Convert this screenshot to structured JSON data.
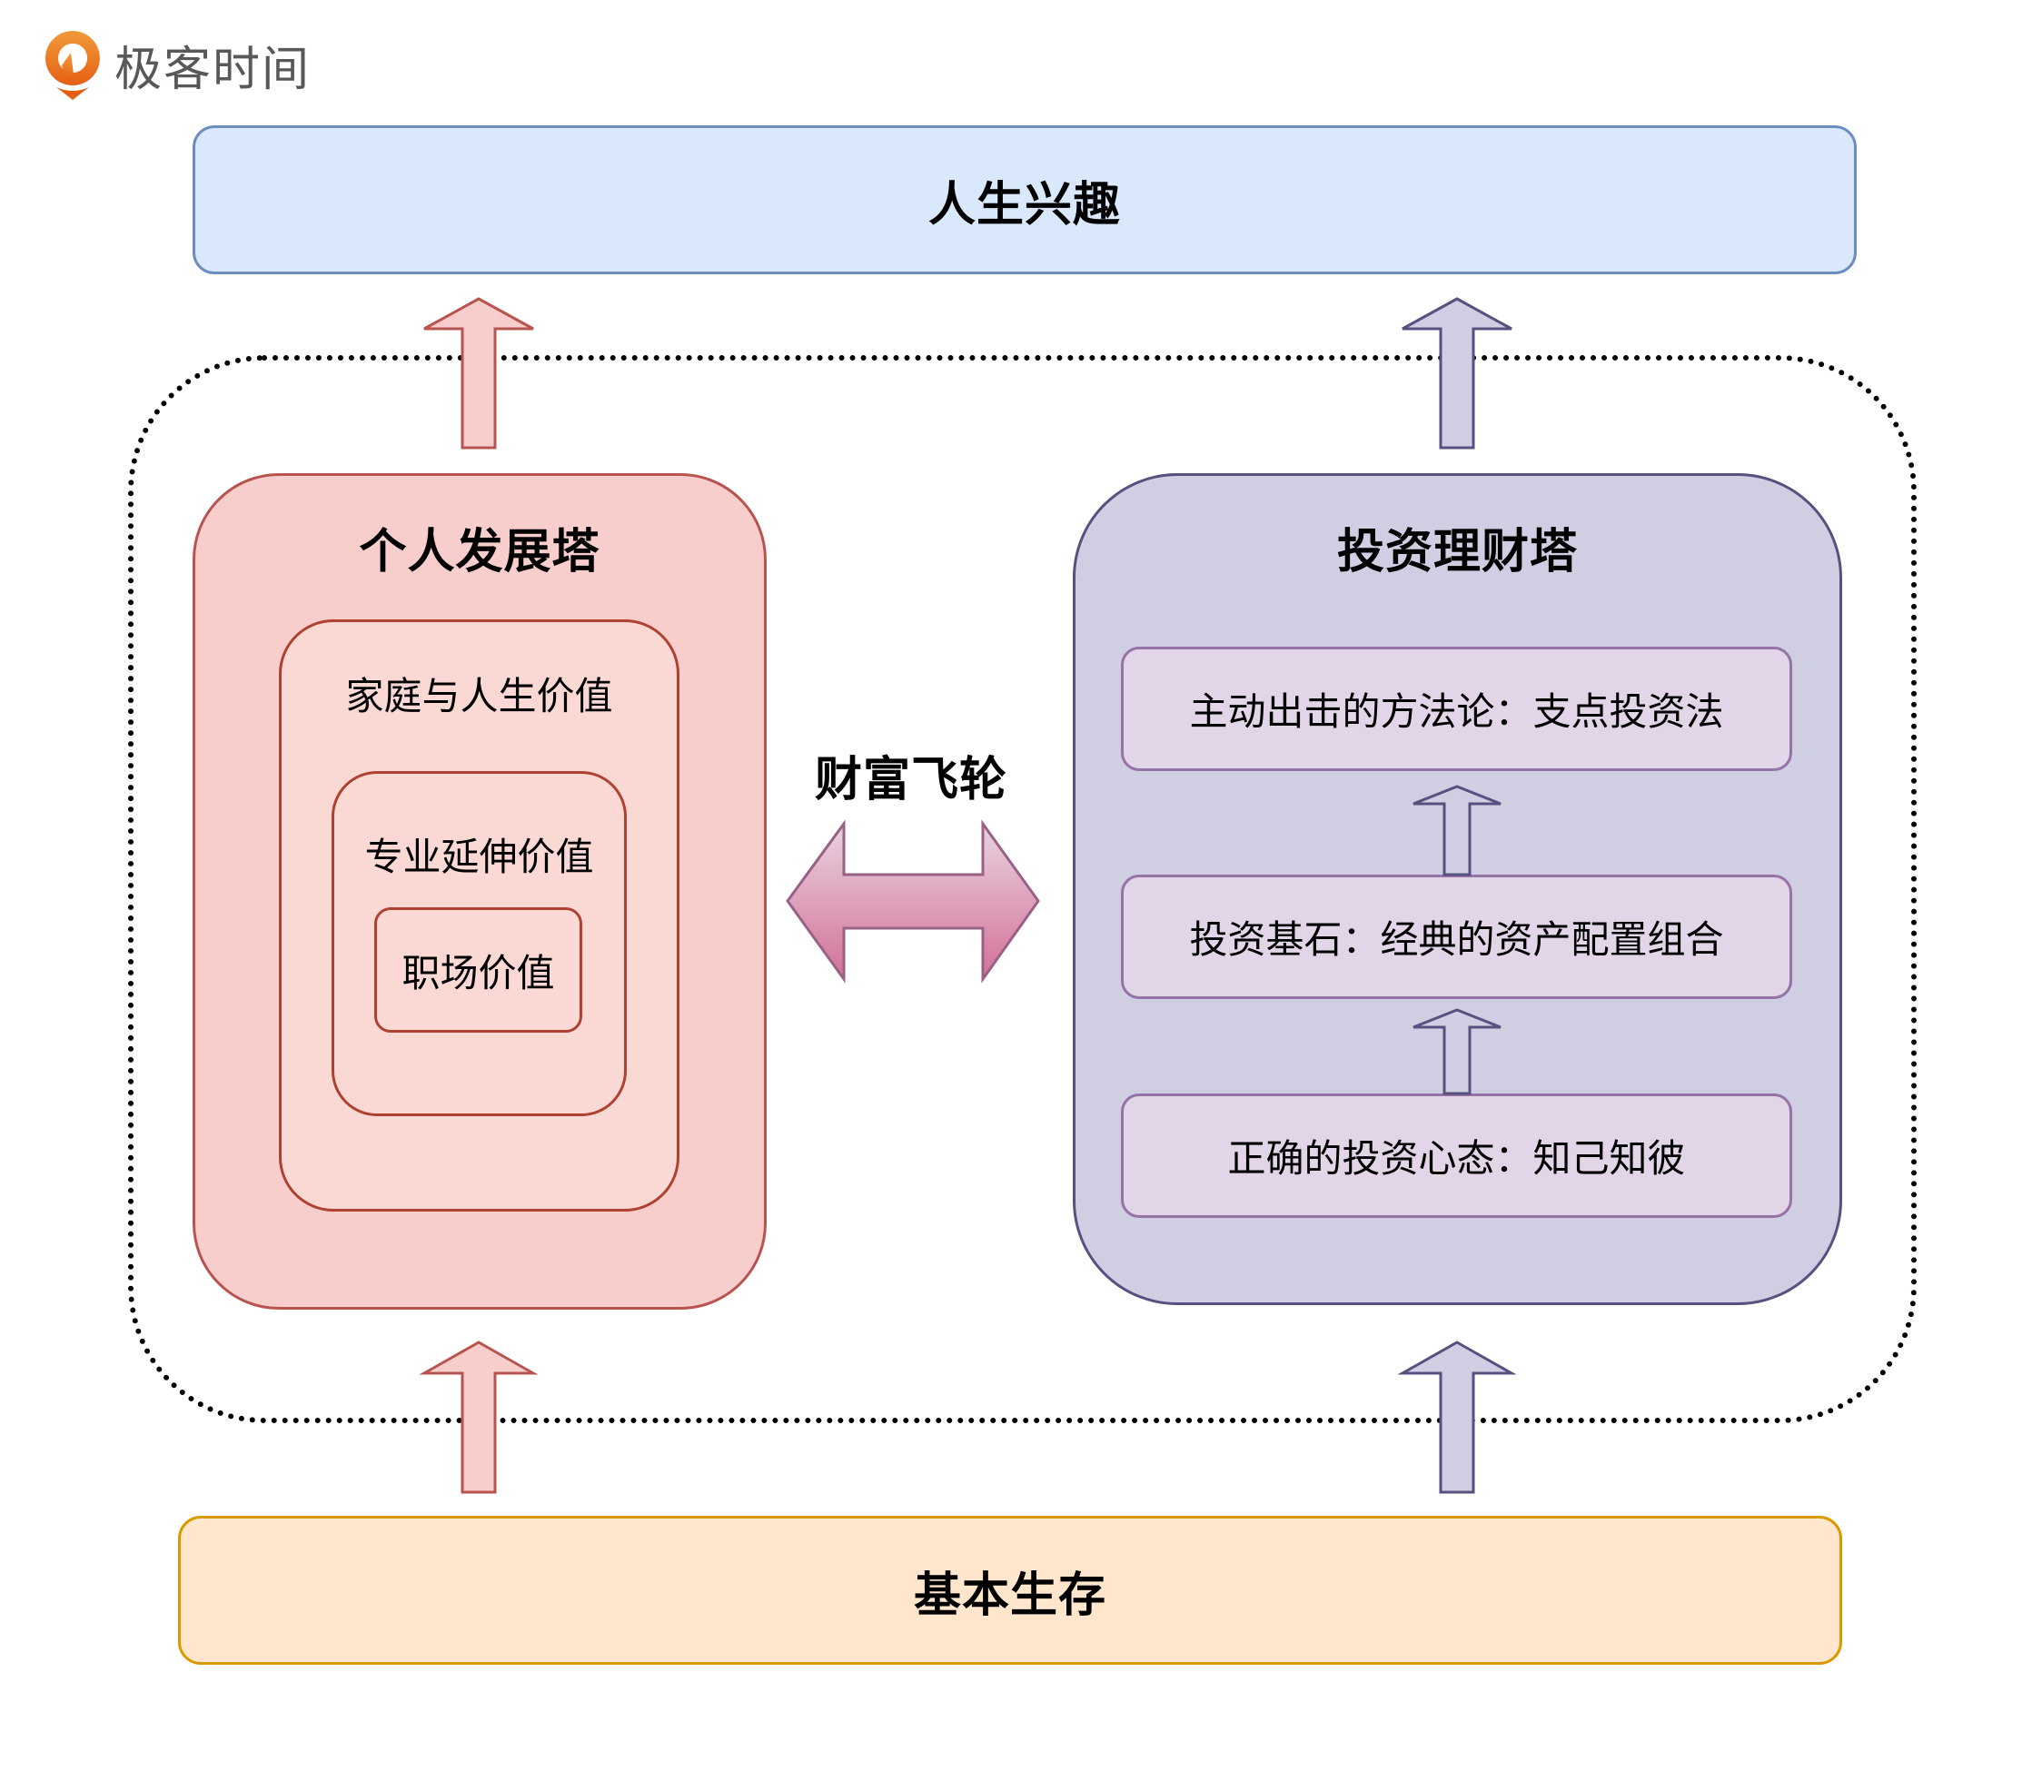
{
  "logo": {
    "icon": "geektime-logo-icon",
    "text": "极客时间",
    "colors": {
      "icon_orange": "#ee7a1f",
      "text_gray": "#595757"
    }
  },
  "top": {
    "label": "人生兴趣",
    "fill": "#dae8fc",
    "stroke": "#6c8ebf"
  },
  "flywheel": {
    "label": "财富飞轮",
    "arrow_icon": "double-headed-arrow-icon"
  },
  "personal_tower": {
    "title": "个人发展塔",
    "layers": [
      {
        "label": "家庭与人生价值"
      },
      {
        "label": "专业延伸价值"
      },
      {
        "label": "职场价值"
      }
    ],
    "fill": "#f8cecc",
    "stroke": "#b85450"
  },
  "investment_tower": {
    "title": "投资理财塔",
    "items": [
      {
        "label": "主动出击的方法论：支点投资法"
      },
      {
        "label": "投资基石：经典的资产配置组合"
      },
      {
        "label": "正确的投资心态：知己知彼"
      }
    ],
    "fill": "#d0cee2",
    "stroke": "#56517e",
    "item_fill": "#e1d5e7",
    "item_stroke": "#9673a6"
  },
  "bottom": {
    "label": "基本生存",
    "fill": "#ffe6cc",
    "stroke": "#d79b00"
  },
  "connectors": [
    {
      "from": "基本生存",
      "to": "个人发展塔",
      "icon": "up-arrow-icon"
    },
    {
      "from": "基本生存",
      "to": "投资理财塔",
      "icon": "up-arrow-icon"
    },
    {
      "from": "个人发展塔",
      "to": "人生兴趣",
      "icon": "up-arrow-icon"
    },
    {
      "from": "投资理财塔",
      "to": "人生兴趣",
      "icon": "up-arrow-icon"
    },
    {
      "from": "正确的投资心态：知己知彼",
      "to": "投资基石：经典的资产配置组合",
      "icon": "up-arrow-icon"
    },
    {
      "from": "投资基石：经典的资产配置组合",
      "to": "主动出击的方法论：支点投资法",
      "icon": "up-arrow-icon"
    },
    {
      "between": [
        "个人发展塔",
        "投资理财塔"
      ],
      "icon": "double-headed-arrow-icon"
    }
  ]
}
